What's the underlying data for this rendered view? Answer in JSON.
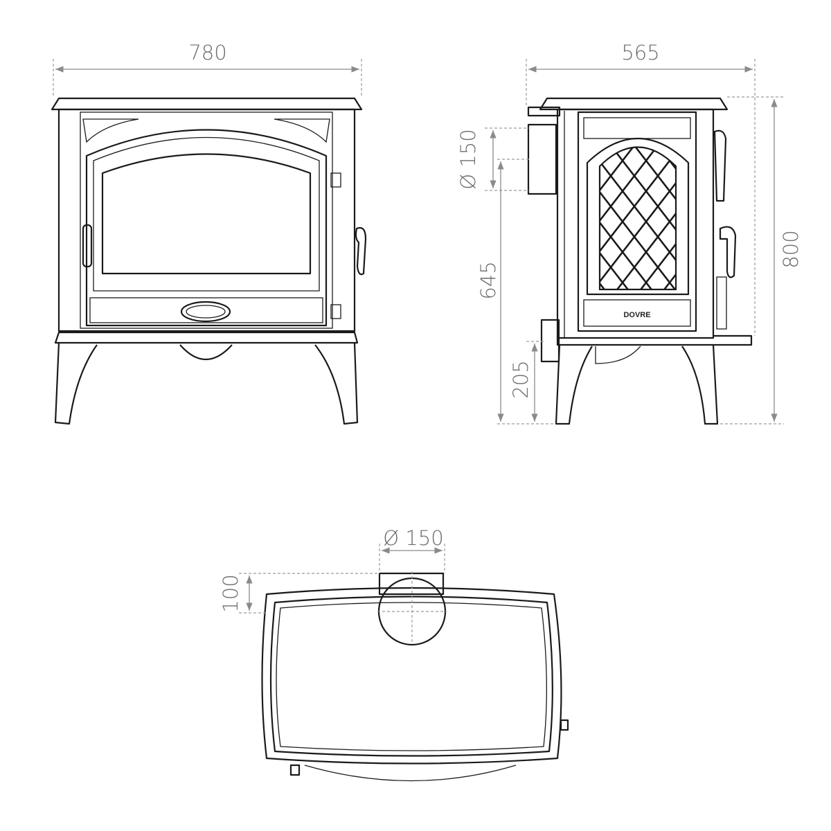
{
  "dimensions": {
    "front_width": "780",
    "side_depth": "565",
    "side_flue_diameter": "Ø 150",
    "side_flue_height": "645",
    "side_bottom_outlet_height": "205",
    "side_total_height": "800",
    "top_flue_diameter": "Ø 150",
    "top_flue_offset": "100"
  },
  "logo": "DOVRE",
  "colors": {
    "line": "#1a1a1a",
    "dimension": "#8a8a8a",
    "label": "#6b6b6b"
  }
}
